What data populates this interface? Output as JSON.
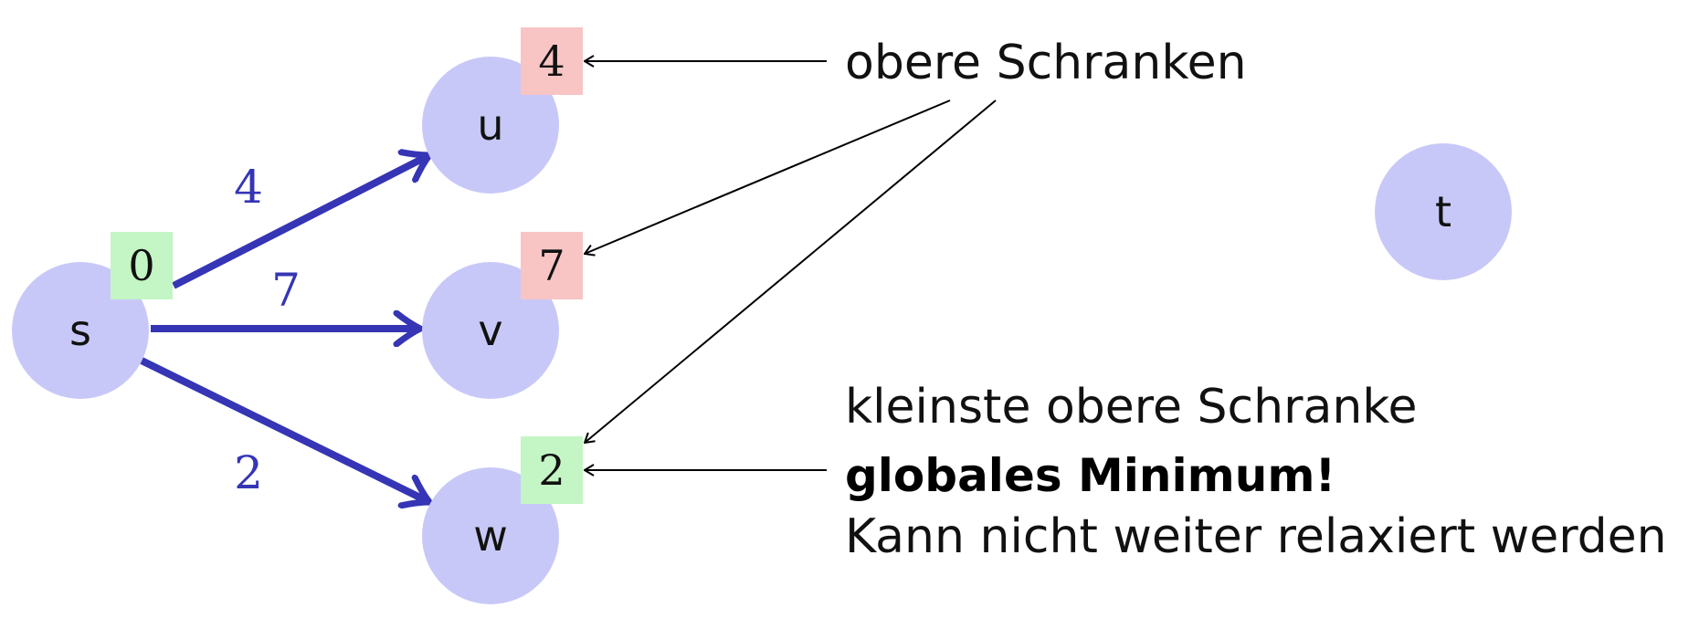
{
  "colors": {
    "node_fill": "#c8c8f8",
    "edge": "#3535b5",
    "final_box": "#c4f5c4",
    "tentative_box": "#f8c4c4",
    "annotation_line": "#000000"
  },
  "nodes": [
    {
      "id": "s",
      "label": "s",
      "distance": "0",
      "status": "final"
    },
    {
      "id": "u",
      "label": "u",
      "distance": "4",
      "status": "tentative"
    },
    {
      "id": "v",
      "label": "v",
      "distance": "7",
      "status": "tentative"
    },
    {
      "id": "w",
      "label": "w",
      "distance": "2",
      "status": "final"
    },
    {
      "id": "t",
      "label": "t",
      "distance": "",
      "status": "none"
    }
  ],
  "edges": [
    {
      "from": "s",
      "to": "u",
      "weight": "4"
    },
    {
      "from": "s",
      "to": "v",
      "weight": "7"
    },
    {
      "from": "s",
      "to": "w",
      "weight": "2"
    }
  ],
  "annotations": {
    "upper_bounds": "obere Schranken",
    "smallest_bound": "kleinste obere Schranke",
    "global_min": "globales Minimum!",
    "no_relax": "Kann nicht weiter relaxiert werden"
  }
}
